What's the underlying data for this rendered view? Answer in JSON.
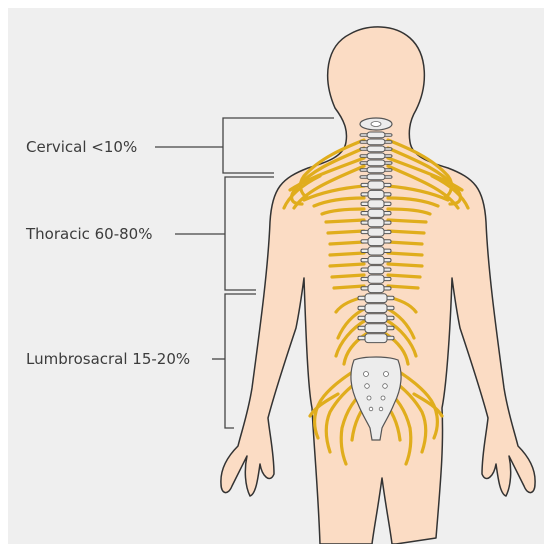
{
  "labels": {
    "cervical": "Cervical <10%",
    "thoracic": "Thoracic 60-80%",
    "lumbrosacral": "Lumbrosacral 15-20%"
  },
  "colors": {
    "background": "#efefef",
    "skin": "#fbdcc4",
    "outline": "#333333",
    "nerve": "#e0ad1c",
    "nerve_outline": "#8a6a10",
    "bone": "#ececec",
    "bone_outline": "#555555",
    "bracket": "#444444"
  },
  "icons": {
    "figure": "human-back-silhouette-icon",
    "spine": "spine-icon"
  }
}
